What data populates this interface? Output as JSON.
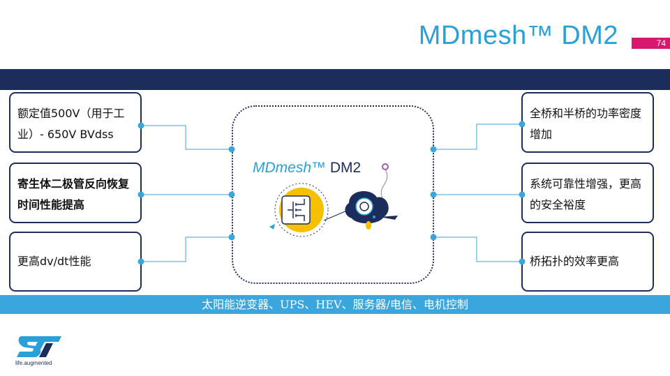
{
  "header": {
    "title": "MDmesh™ DM2",
    "page_number": "74"
  },
  "left_boxes": [
    "额定值500V（用于工业）- 650V BVdss",
    "寄生体二极管反向恢复时间性能提高",
    "更高dv/dt性能"
  ],
  "right_boxes": [
    "全桥和半桥的功率密度增加",
    "系统可靠性增强，更高的安全裕度",
    "桥拓扑的效率更高"
  ],
  "center": {
    "logo_main": "MDmesh™",
    "logo_suffix": "DM2"
  },
  "footer_bar": "太阳能逆变器、UPS、HEV、服务器/电信、电机控制",
  "brand": {
    "tagline": "life.augmented"
  },
  "colors": {
    "navy": "#1c2d5c",
    "accent_blue": "#2aa0d8",
    "magenta": "#d8186e",
    "yellow": "#f5c000"
  }
}
